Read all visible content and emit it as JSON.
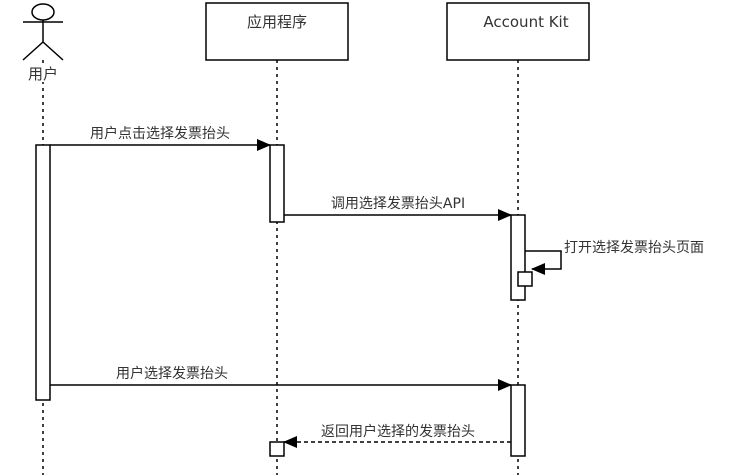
{
  "diagram": {
    "type": "sequence",
    "participants": [
      {
        "id": "user",
        "kind": "actor",
        "label": "用户"
      },
      {
        "id": "app",
        "kind": "box",
        "label": "应用程序"
      },
      {
        "id": "ak",
        "kind": "box",
        "label": "Account Kit"
      }
    ],
    "messages": [
      {
        "from": "user",
        "to": "app",
        "label": "用户点击选择发票抬头",
        "style": "solid"
      },
      {
        "from": "app",
        "to": "ak",
        "label": "调用选择发票抬头API",
        "style": "solid"
      },
      {
        "from": "ak",
        "to": "ak",
        "label": "打开选择发票抬头页面",
        "style": "solid",
        "self": true
      },
      {
        "from": "user",
        "to": "ak",
        "label": "用户选择发票抬头",
        "style": "solid"
      },
      {
        "from": "ak",
        "to": "app",
        "label": "返回用户选择的发票抬头",
        "style": "dashed"
      }
    ],
    "colors": {
      "line": "#000000",
      "text": "#333333",
      "background": "#ffffff"
    }
  }
}
